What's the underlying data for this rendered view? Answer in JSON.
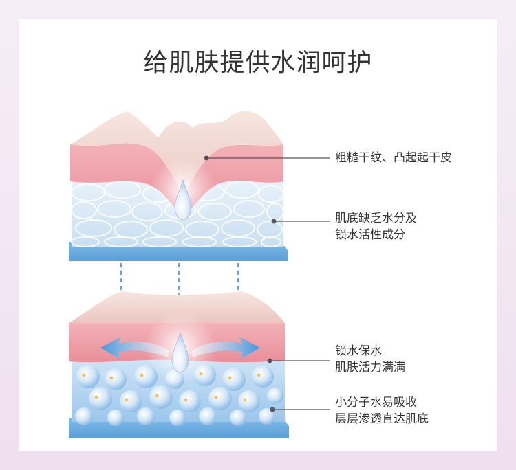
{
  "title": "给肌肤提供水润呵护",
  "labels": {
    "rough": "粗糙干纹、凸起起干皮",
    "lack_line1": "肌底缺乏水分及",
    "lack_line2": "锁水活性成分",
    "lock_line1": "锁水保水",
    "lock_line2": "肌肤活力满满",
    "absorb_line1": "小分子水易吸收",
    "absorb_line2": "层层渗透直达肌底"
  },
  "colors": {
    "skin_pink": "#ef9ea8",
    "skin_top": "#f4dcd6",
    "cell_blue": "#bcd8ee",
    "base_blue": "#6aaee3",
    "arrow_blue": "#4a9ee0",
    "line_gray": "#555555"
  }
}
